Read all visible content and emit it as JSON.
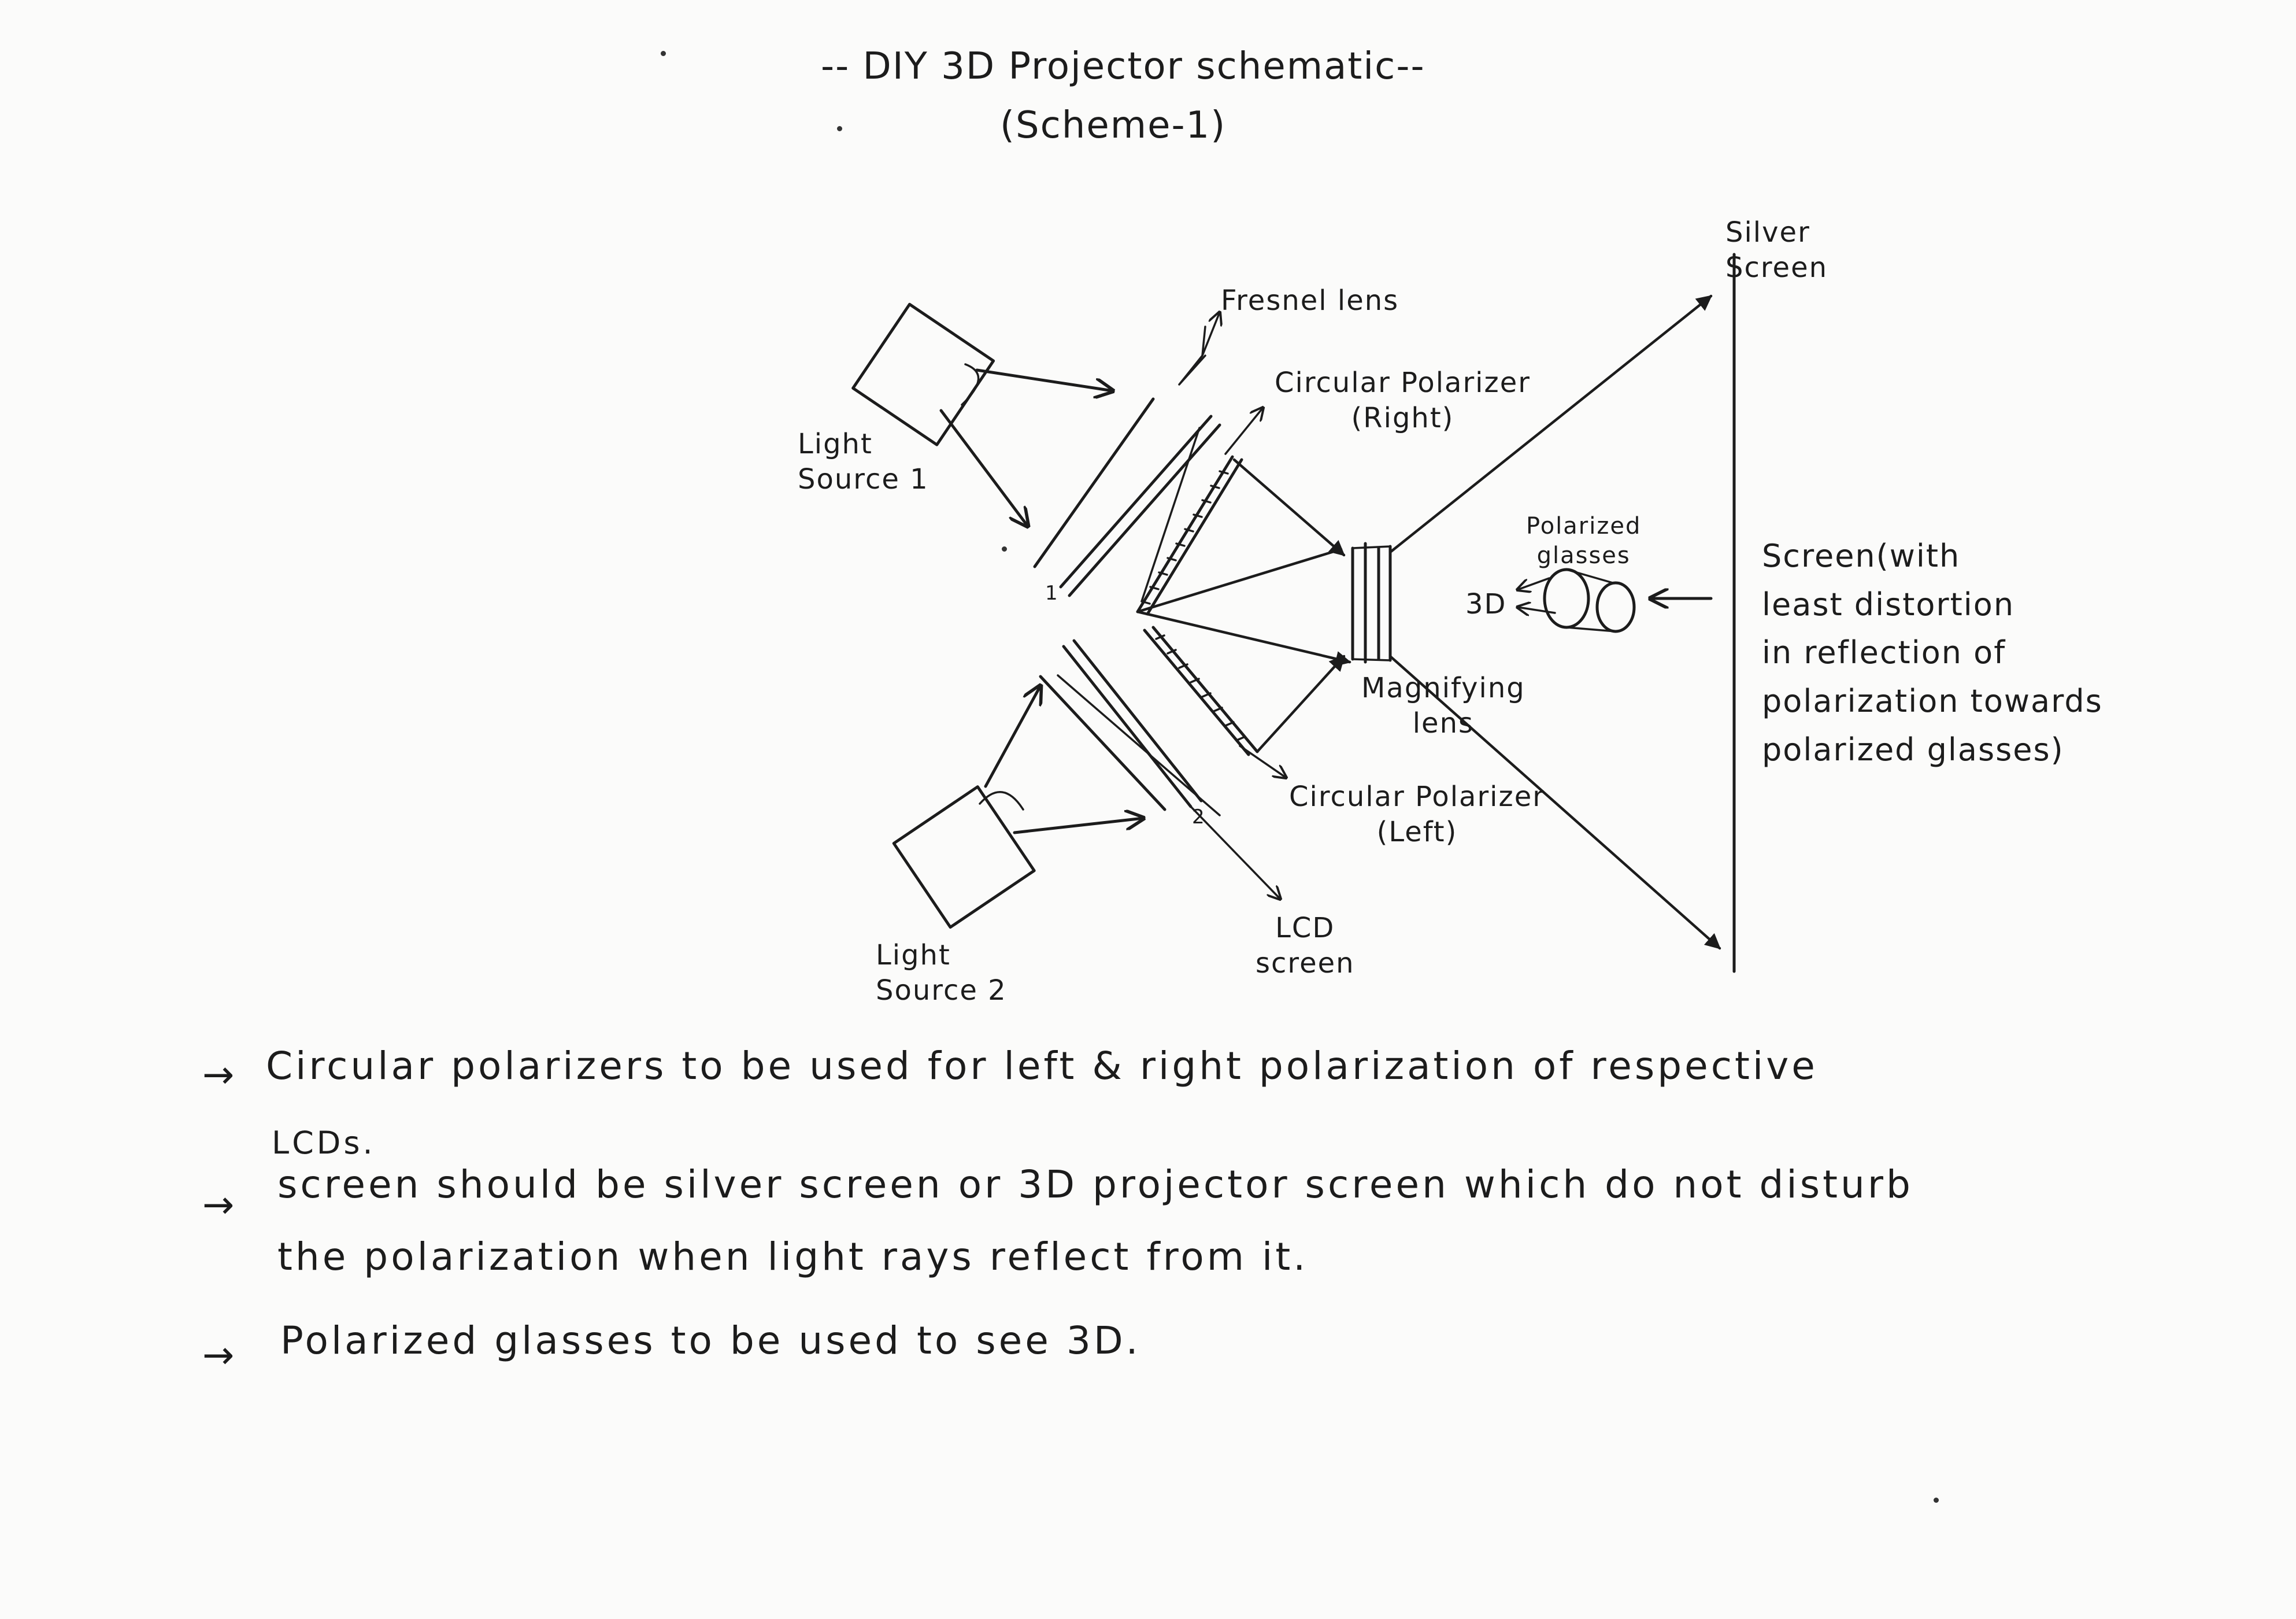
{
  "title": {
    "line1": "-- DIY 3D Projector schematic--",
    "line2": "(Scheme-1)"
  },
  "labels": {
    "silver_screen": "Silver\nScreen",
    "fresnel_lens": "Fresnel lens",
    "circular_polarizer_right": "Circular Polarizer\n(Right)",
    "light_source_1": "Light\nSource 1",
    "polarized_glasses": "Polarized\nglasses",
    "output_3d": "3D",
    "magnifying_lens": "Magnifying\nlens",
    "circular_polarizer_left": "Circular Polarizer\n(Left)",
    "lcd_screen": "LCD\nscreen",
    "light_source_2": "Light\nSource 2",
    "lcd_1_marker": "1",
    "lcd_2_marker": "2",
    "screen_note": "Screen(with\nleast distortion\nin reflection of\npolarization towards\npolarized glasses)"
  },
  "notes": {
    "note1_line1": "Circular polarizers to be used for left & right polarization of respective",
    "note1_line2": "LCDs.",
    "note2_line1": "screen should be silver screen or 3D projector screen which do not disturb",
    "note2_line2": "the polarization when light rays reflect from it.",
    "note3": "Polarized glasses to be used to see 3D."
  }
}
